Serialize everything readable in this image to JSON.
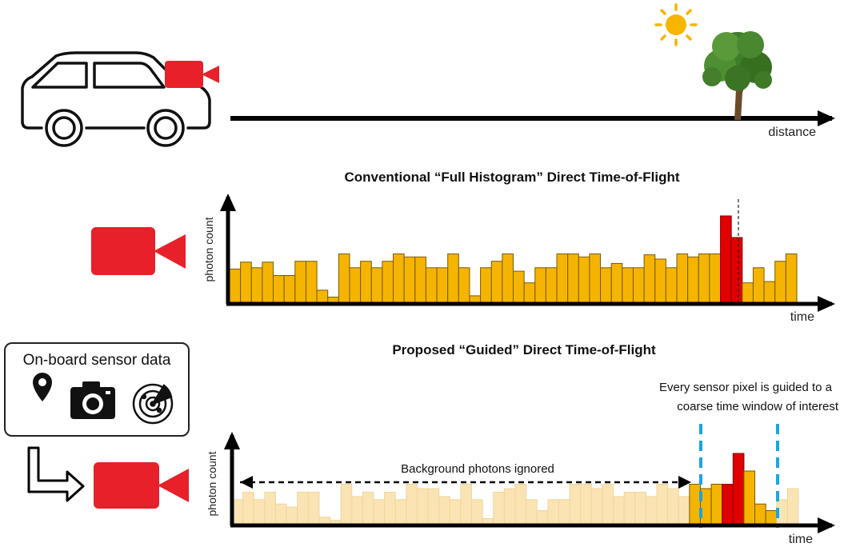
{
  "scene": {
    "distance_label": "distance"
  },
  "conventional": {
    "title": "Conventional “Full Histogram” Direct Time-of-Flight",
    "ylabel": "photon count",
    "xlabel": "time",
    "bar_heights": [
      0.77,
      0.93,
      0.8,
      0.93,
      0.62,
      0.62,
      0.95,
      0.95,
      0.28,
      0.12,
      1.12,
      0.8,
      0.95,
      0.8,
      0.95,
      1.12,
      1.05,
      1.05,
      0.8,
      0.8,
      1.12,
      0.8,
      0.15,
      0.8,
      0.95,
      1.12,
      0.72,
      0.45,
      0.8,
      0.8,
      1.12,
      1.12,
      1.05,
      1.12,
      0.8,
      0.9,
      0.8,
      0.8,
      1.1,
      1.0,
      0.8,
      1.12,
      1.05,
      1.12,
      1.12,
      2.0,
      1.5,
      0.45,
      0.8,
      0.48,
      0.95,
      1.12
    ],
    "peak_bars": [
      45,
      46
    ]
  },
  "guided": {
    "title": "Proposed “Guided” Direct Time-of-Flight",
    "ylabel": "photon count",
    "xlabel": "time",
    "annotation_line1": "Every sensor pixel is guided to a",
    "annotation_line2": "coarse time window of interest",
    "ignored_label": "Background photons ignored",
    "bar_heights": [
      0.55,
      0.72,
      0.55,
      0.72,
      0.45,
      0.38,
      0.72,
      0.72,
      0.15,
      0.08,
      0.9,
      0.62,
      0.72,
      0.55,
      0.72,
      0.55,
      0.9,
      0.8,
      0.8,
      0.62,
      0.55,
      0.9,
      0.55,
      0.12,
      0.72,
      0.8,
      0.9,
      0.55,
      0.3,
      0.55,
      0.55,
      0.9,
      0.9,
      0.8,
      0.9,
      0.62,
      0.72,
      0.72,
      0.62,
      0.9,
      0.8,
      0.62,
      0.9,
      0.8,
      0.9,
      0.9,
      1.6,
      1.2,
      0.45,
      0.3,
      0.55,
      0.8
    ],
    "window_start_bar": 42,
    "window_end_bar": 49,
    "peak_bars": [
      45,
      46
    ]
  },
  "sensor_box": {
    "title": "On-board sensor data",
    "icons": [
      "location-pin-icon",
      "camera-icon",
      "radar-icon"
    ]
  },
  "colors": {
    "bar": "#F4B400",
    "bar_faded": "#FBE4B3",
    "peak": "#E00000",
    "camera": "#E8202A",
    "window_line": "#1BA5E0",
    "axis": "#000000",
    "sun": "#F7B500"
  }
}
